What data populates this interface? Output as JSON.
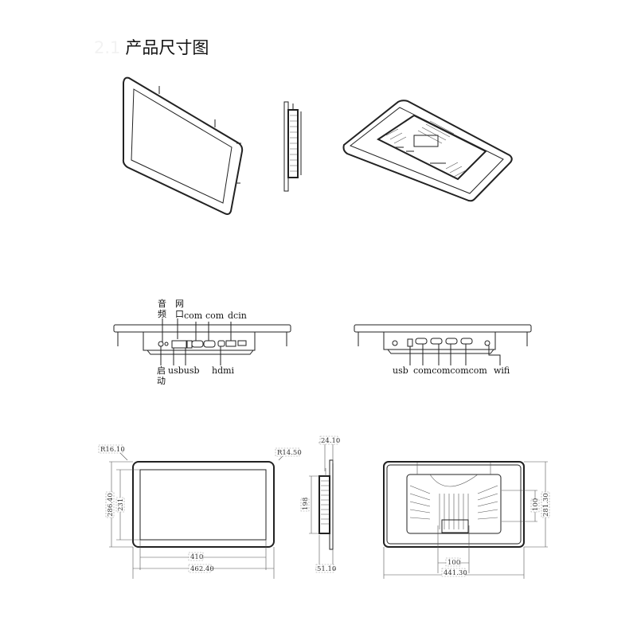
{
  "title": {
    "number": "2.1",
    "text": "产品尺寸图"
  },
  "bottom_view_left": {
    "labels_top": {
      "audio": [
        "音",
        "频"
      ],
      "lan": [
        "网",
        "口"
      ],
      "com1": "com",
      "com2": "com",
      "dcin": "dcin"
    },
    "labels_bottom": {
      "power": [
        "启",
        "动"
      ],
      "usb": "usbusb",
      "hdmi": "hdmi"
    }
  },
  "bottom_view_right": {
    "labels": {
      "usb": "usb",
      "com": "comcomcomcom",
      "wifi": "wifi"
    }
  },
  "front_dimensions": {
    "radius_left": "R16.10",
    "radius_right": "R14.50",
    "outer_height": "286.40",
    "inner_height": "231",
    "inner_width": "410",
    "outer_width": "462.40"
  },
  "side_dimensions": {
    "top_depth": "24.10",
    "mount_height": "198",
    "total_depth": "51.10"
  },
  "back_dimensions": {
    "vesa_vertical": "100",
    "height": "281.30",
    "vesa_horizontal": "100",
    "width": "441.30"
  }
}
